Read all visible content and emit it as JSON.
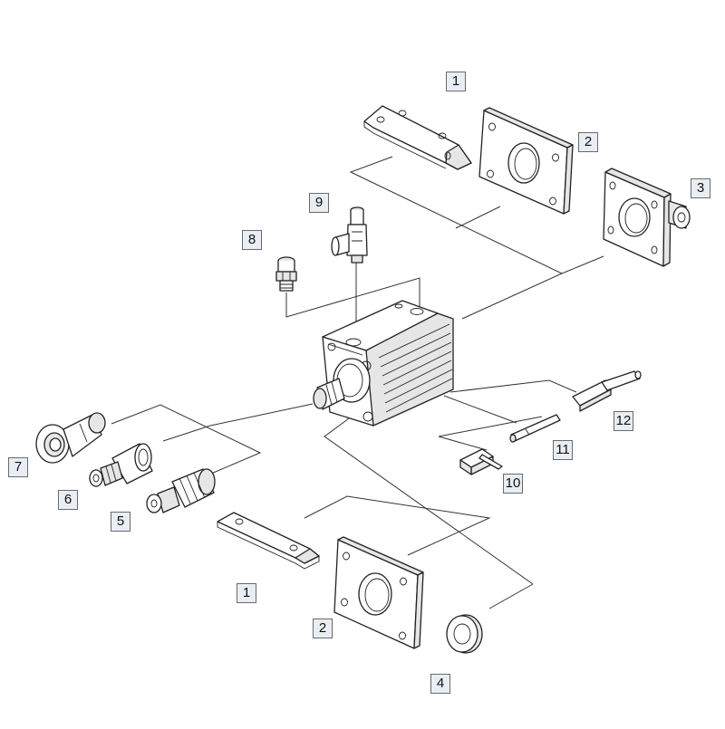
{
  "diagram": {
    "title": "",
    "callouts": {
      "top_1": "1",
      "top_2": "2",
      "top_3": "3",
      "left_7": "7",
      "left_6": "6",
      "left_5": "5",
      "fit_8": "8",
      "fit_9": "9",
      "sw_10": "10",
      "sw_11": "11",
      "sw_12": "12",
      "bot_1": "1",
      "bot_2": "2",
      "bot_4": "4"
    },
    "colors": {
      "callout_fill": "#e8eef4",
      "line": "#222222"
    }
  }
}
